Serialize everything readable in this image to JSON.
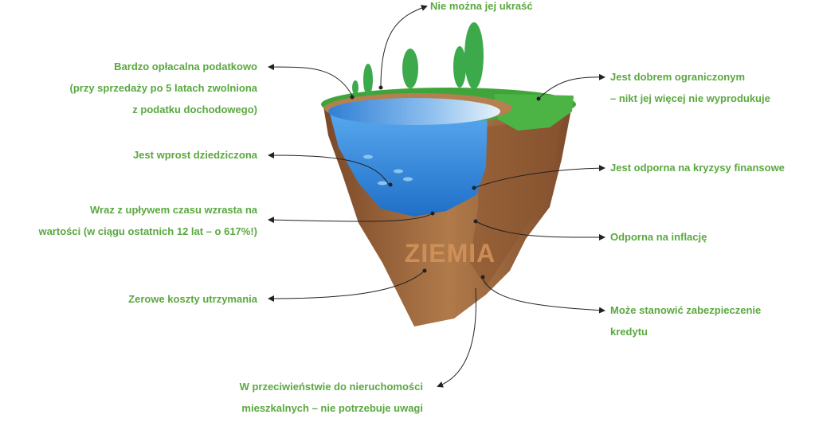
{
  "island_word": "ZIEMIA",
  "colors": {
    "label_green": "#5aa83f",
    "soil_dark": "#8a5530",
    "soil_light": "#b07a4a",
    "grass": "#3fa53a",
    "water": "#3b8fe0",
    "tree": "#3caa4a",
    "arrow": "#222222"
  },
  "labels": {
    "top_center": [
      "Nie można jej ukraść"
    ],
    "tax": [
      "Bardzo opłacalna podatkowo",
      "(przy sprzedaży po 5 latach zwolniona",
      "z podatku dochodowego)"
    ],
    "limited": [
      "Jest dobrem ograniczonym",
      "– nikt jej więcej nie wyprodukuje"
    ],
    "inherited": [
      "Jest wprost dziedziczona"
    ],
    "crisis": [
      "Jest odporna na kryzysy finansowe"
    ],
    "value_growth": [
      "Wraz z upływem czasu wzrasta na",
      "wartości (w ciągu ostatnich 12 lat – o 617%!)"
    ],
    "inflation": [
      "Odporna na inflację"
    ],
    "zero_cost": [
      "Zerowe koszty utrzymania"
    ],
    "collateral": [
      "Może stanowić zabezpieczenie",
      "kredytu"
    ],
    "maintenance": [
      "W przeciwieństwie do nieruchomości",
      "mieszkalnych – nie potrzebuje uwagi"
    ]
  }
}
